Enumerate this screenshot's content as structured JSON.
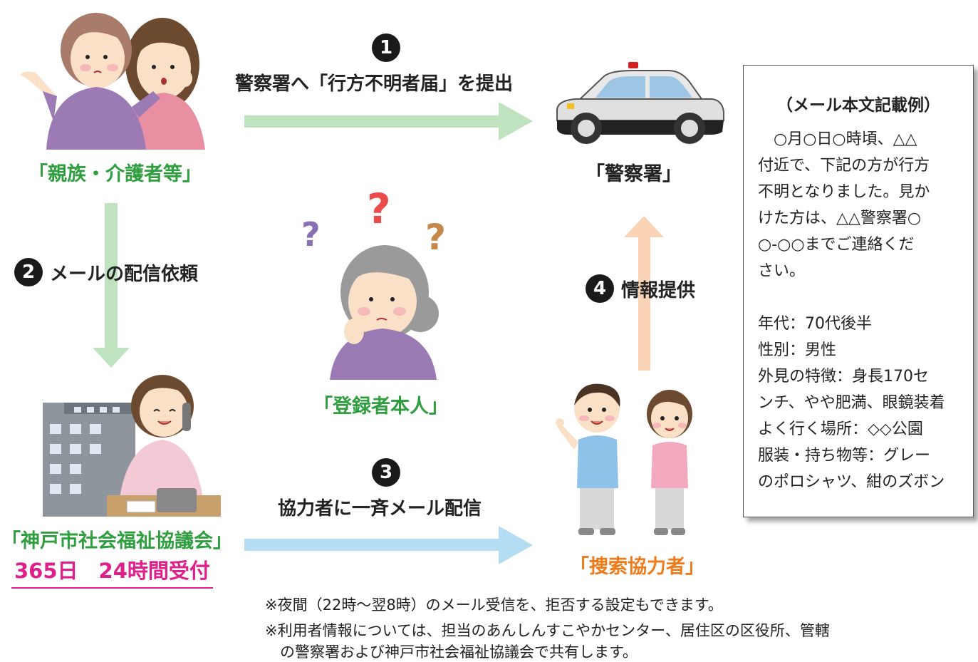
{
  "actors": {
    "family": "「親族・介護者等」",
    "police": "「警察署」",
    "registrant": "「登録者本人」",
    "council": "「神戸市社会福祉協議会」",
    "council_hours": "365日　24時間受付",
    "searchers": "「捜索協力者」"
  },
  "steps": [
    {
      "num": "1",
      "text": "警察署へ「行方不明者届」を提出"
    },
    {
      "num": "2",
      "text": "メールの配信依頼"
    },
    {
      "num": "3",
      "text": "協力者に一斉メール配信"
    },
    {
      "num": "4",
      "text": "情報提供"
    }
  ],
  "mail_example": {
    "title": "（メール本文記載例）",
    "lines": [
      "　○月○日○時頃、△△",
      "付近で、下記の方が行方",
      "不明となりました。見か",
      "けた方は、△△警察署○",
      "○-○○までご連絡くだ",
      "さい。",
      "",
      "年代：70代後半",
      "性別：男性",
      "外見の特徴：身長170セ",
      "ンチ、やや肥満、眼鏡装着",
      "よく行く場所：◇◇公園",
      "服装・持ち物等：グレー",
      "のポロシャツ、紺のズボン"
    ]
  },
  "notes": [
    "※夜間（22時～翌8時）のメール受信を、拒否する設定もできます。",
    "※利用者情報については、担当のあんしんすこやかセンター、居住区の区役所、管轄",
    "　の警察署および神戸市社会福祉協議会で共有します。"
  ],
  "colors": {
    "green_arrow": "#bfe3bf",
    "blue_arrow": "#b4ddf3",
    "orange_arrow": "#f9d3b4",
    "green_text": "#2f9e3f",
    "orange_text": "#ee7a1a",
    "magenta": "#e0208a"
  },
  "icons": [
    "two-women-icon",
    "police-car-icon",
    "confused-elderly-woman-icon",
    "operator-at-office-icon",
    "search-volunteers-icon"
  ]
}
